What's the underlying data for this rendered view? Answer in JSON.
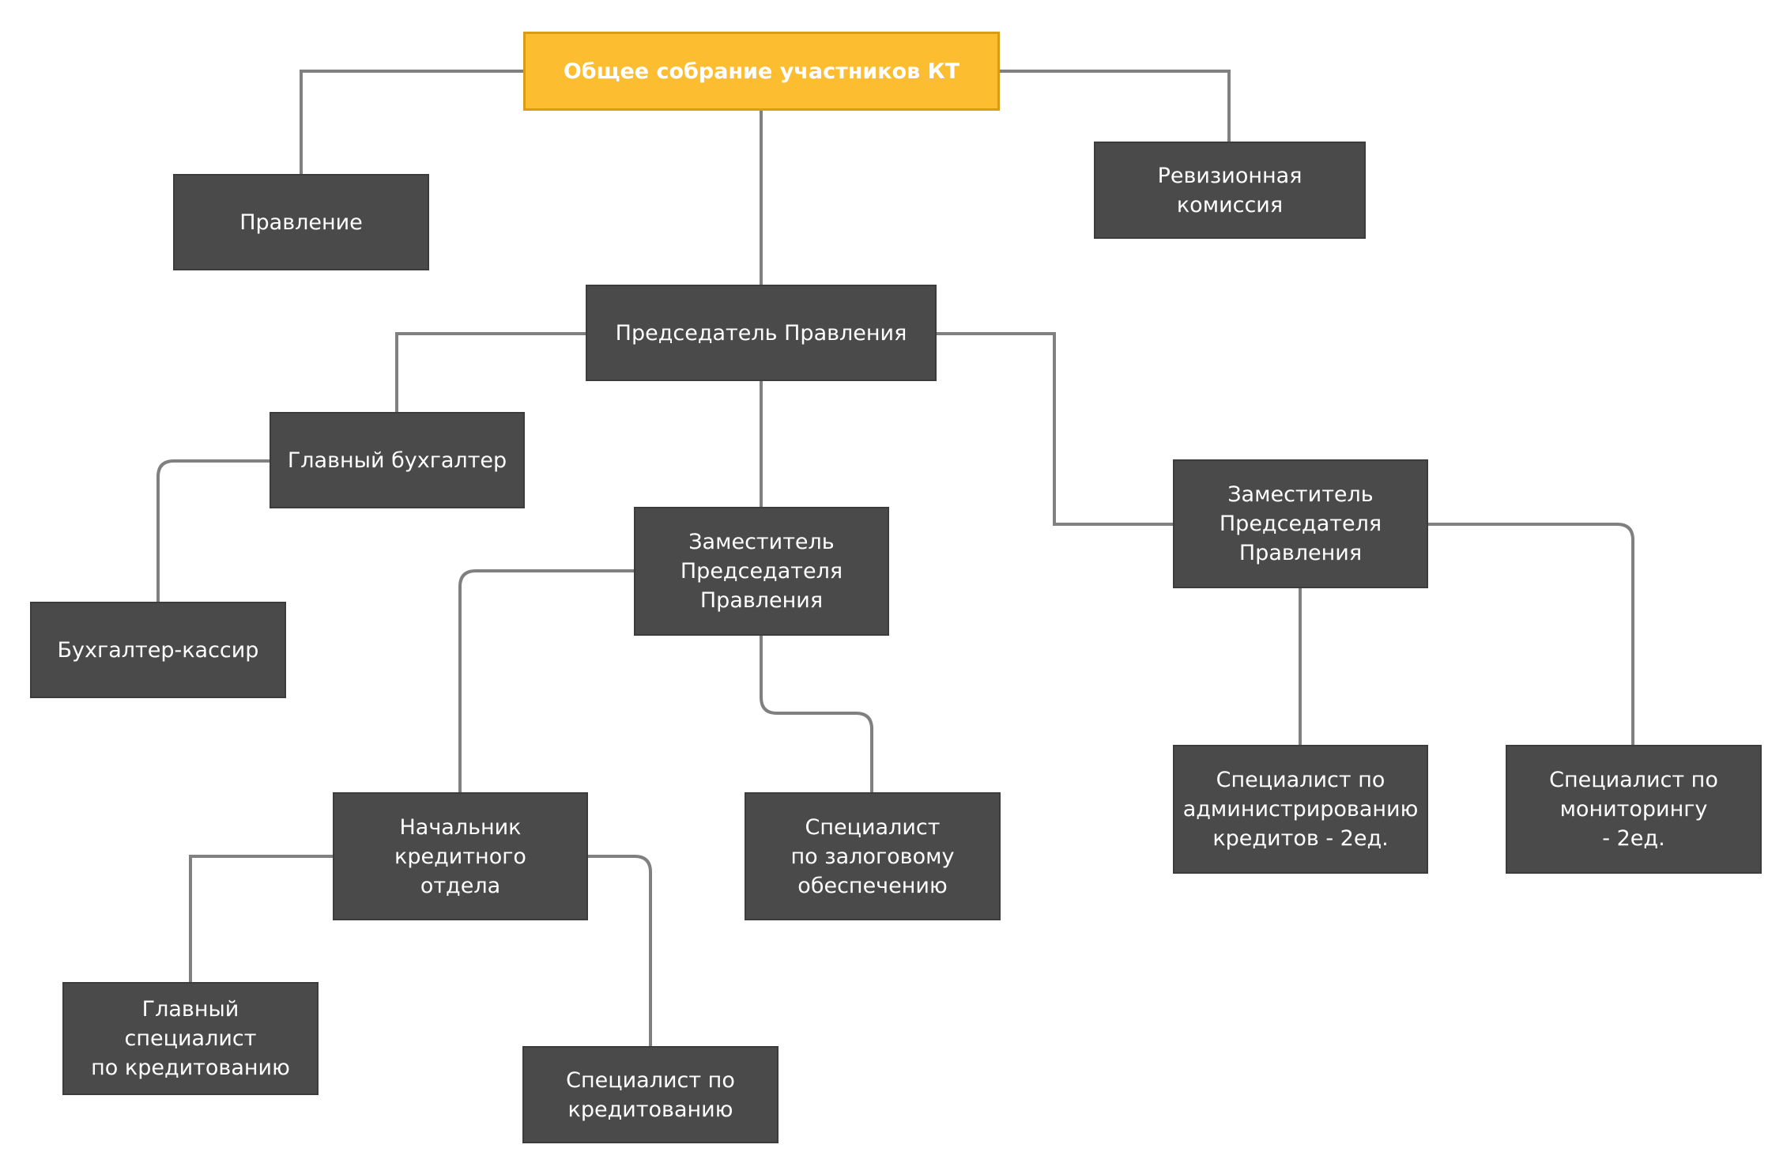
{
  "nodes": {
    "general_meeting": "Общее собрание участников КТ",
    "board": "Правление",
    "audit_commission": "Ревизионная\nкомиссия",
    "chairman": "Председатель Правления",
    "chief_accountant": "Главный бухгалтер",
    "accountant_cashier": "Бухгалтер-кассир",
    "deputy_center": "Заместитель\nПредседателя\nПравления",
    "deputy_right": "Заместитель\nПредседателя\nПравления",
    "credit_head": "Начальник\nкредитного\nотдела",
    "collateral_specialist": "Специалист\nпо залоговому\nобеспечению",
    "loan_admin_specialist": "Специалист по\nадминистрированию\nкредитов - 2ед.",
    "monitoring_specialist": "Специалист по\nмониторингу\n - 2ед.",
    "chief_credit_specialist": "Главный специалист\nпо кредитованию",
    "credit_specialist": "Специалист по\nкредитованию"
  },
  "colors": {
    "root_fill": "#fdbd30",
    "node_fill": "#4a4a4a",
    "connector": "#808080",
    "text": "#ffffff"
  }
}
